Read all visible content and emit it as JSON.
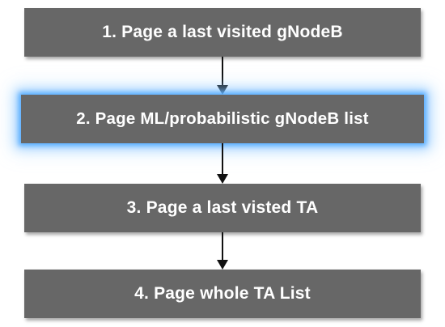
{
  "flow": {
    "steps": [
      {
        "label": "1. Page a last visited gNodeB"
      },
      {
        "label": "2. Page ML/probabilistic gNodeB list"
      },
      {
        "label": "3. Page a last visted TA"
      },
      {
        "label": "4. Page whole TA List"
      }
    ]
  },
  "colors": {
    "box_fill": "#676767",
    "box_text": "#ffffff",
    "highlight_glow": "#50aaff",
    "arrow": "#111111"
  },
  "icons": [
    "arrow-down-icon"
  ]
}
